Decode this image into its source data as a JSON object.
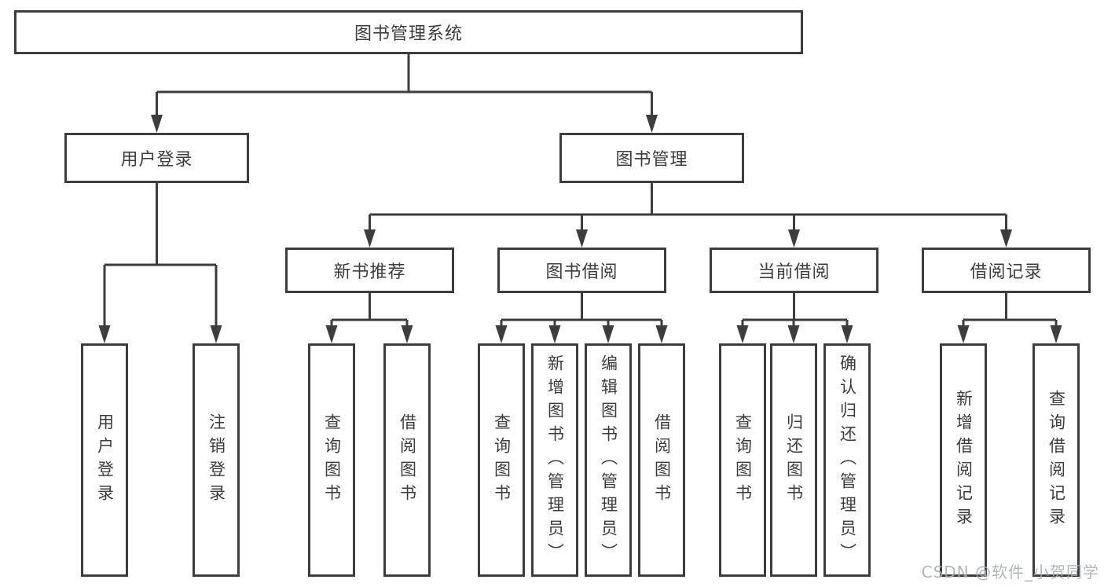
{
  "diagram": {
    "root": {
      "label": "图书管理系统"
    },
    "level2": [
      {
        "label": "用户登录"
      },
      {
        "label": "图书管理"
      }
    ],
    "level3": [
      {
        "label": "新书推荐"
      },
      {
        "label": "图书借阅"
      },
      {
        "label": "当前借阅"
      },
      {
        "label": "借阅记录"
      }
    ],
    "leaves": {
      "user": [
        "用户登录",
        "注销登录"
      ],
      "newbook": [
        "查询图书",
        "借阅图书"
      ],
      "borrow": [
        "查询图书",
        "新增图书（管理员）",
        "编辑图书（管理员）",
        "借阅图书"
      ],
      "current": [
        "查询图书",
        "归还图书",
        "确认归还（管理员）"
      ],
      "records": [
        "新增借阅记录",
        "查询借阅记录"
      ]
    }
  },
  "watermark": "CSDN @软件_小贺同学",
  "colors": {
    "line": "#3d3d3d",
    "text": "#3c3c3c",
    "watermark": "#a9aeb4"
  }
}
